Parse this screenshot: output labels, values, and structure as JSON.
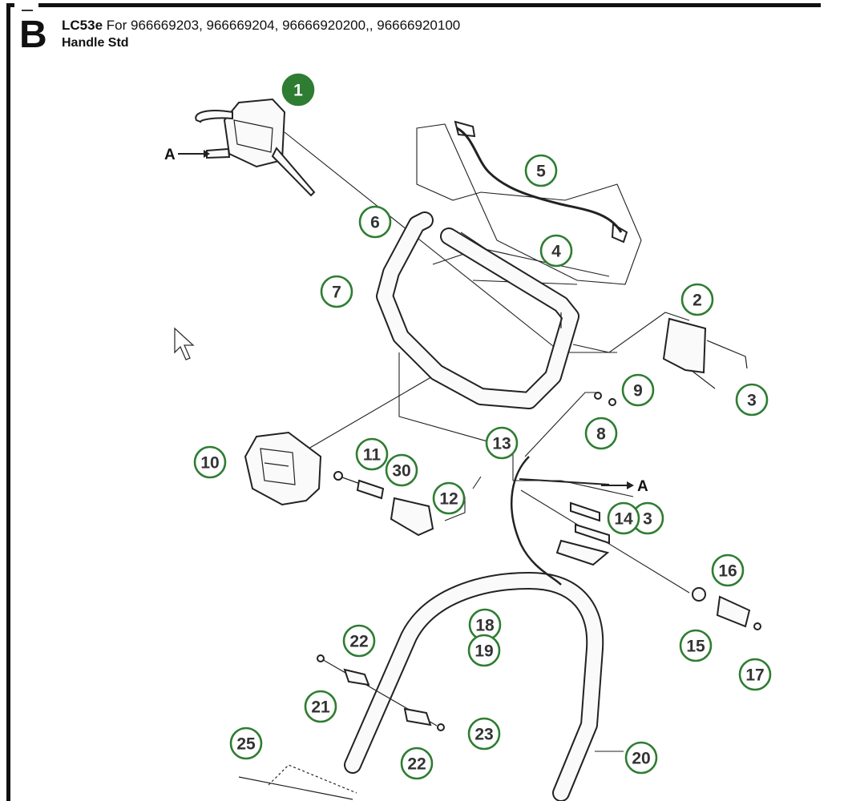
{
  "header": {
    "section_letter": "B",
    "model": "LC53e",
    "subtitle": "For 966669203, 966669204, 96666920200,, 96666920100",
    "title": "Handle Std"
  },
  "arrow_labels": {
    "arrow_a_left": "A",
    "arrow_a_right": "A"
  },
  "callouts": [
    {
      "label": "1",
      "highlighted": true
    },
    {
      "label": "2",
      "highlighted": false
    },
    {
      "label": "3",
      "highlighted": false
    },
    {
      "label": "3",
      "highlighted": false
    },
    {
      "label": "4",
      "highlighted": false
    },
    {
      "label": "5",
      "highlighted": false
    },
    {
      "label": "6",
      "highlighted": false
    },
    {
      "label": "7",
      "highlighted": false
    },
    {
      "label": "8",
      "highlighted": false
    },
    {
      "label": "9",
      "highlighted": false
    },
    {
      "label": "10",
      "highlighted": false
    },
    {
      "label": "11",
      "highlighted": false
    },
    {
      "label": "30",
      "highlighted": false
    },
    {
      "label": "12",
      "highlighted": false
    },
    {
      "label": "13",
      "highlighted": false
    },
    {
      "label": "14",
      "highlighted": false
    },
    {
      "label": "15",
      "highlighted": false
    },
    {
      "label": "16",
      "highlighted": false
    },
    {
      "label": "17",
      "highlighted": false
    },
    {
      "label": "18",
      "highlighted": false
    },
    {
      "label": "19",
      "highlighted": false
    },
    {
      "label": "20",
      "highlighted": false
    },
    {
      "label": "21",
      "highlighted": false
    },
    {
      "label": "22",
      "highlighted": false
    },
    {
      "label": "22",
      "highlighted": false
    },
    {
      "label": "23",
      "highlighted": false
    },
    {
      "label": "25",
      "highlighted": false
    }
  ],
  "colors": {
    "callout_ring": "#2e7d32",
    "callout_fill_highlight": "#2e7d32",
    "callout_fill": "#ffffff",
    "line": "#222222"
  },
  "icons": {
    "cursor": "mouse-pointer-icon"
  }
}
